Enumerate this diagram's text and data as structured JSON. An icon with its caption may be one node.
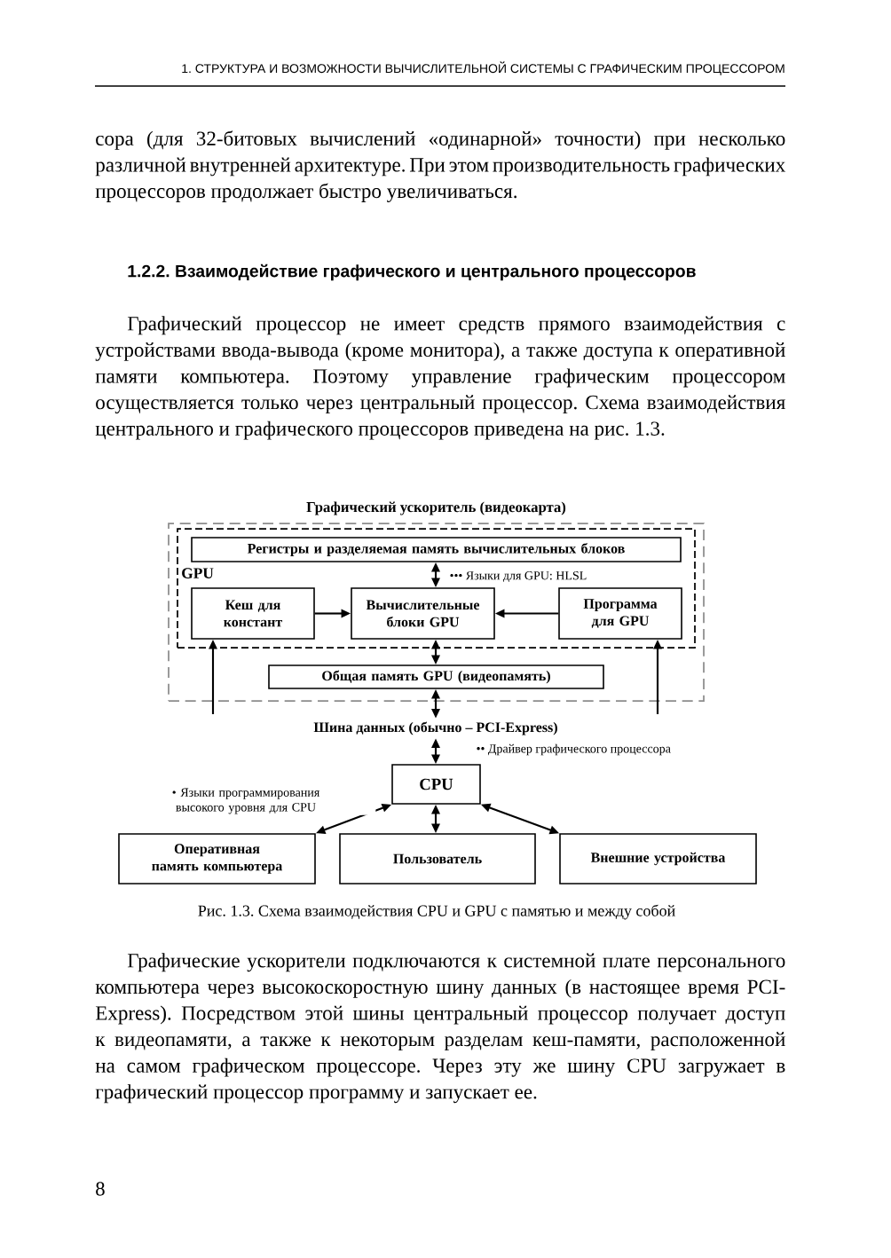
{
  "diagram": {
    "caption": "Рис. 1.3. Схема взаимодействия CPU и GPU с памятью и между собой",
    "nodes": [
      {
        "text": [
          "Графический ускоритель (видеокарта)"
        ]
      },
      {
        "text": [
          "GPU"
        ],
        "in": 0
      },
      {
        "text": [
          "Регистры и разделяемая память вычислительных блоков"
        ],
        "in": 1
      },
      {
        "text": [
          "Кеш для констант"
        ],
        "in": 1
      },
      {
        "text": [
          "Вычислительные блоки GPU"
        ],
        "in": 1
      },
      {
        "text": [
          "Программа для GPU"
        ],
        "in": 1
      },
      {
        "text": [
          "Общая память GPU (видеопамять)"
        ],
        "in": 0
      },
      {
        "text": [
          "Шина данных (обычно – PCI-Express)"
        ]
      },
      {
        "text": [
          "CPU"
        ]
      },
      {
        "text": [
          "Оперативная память компьютера"
        ]
      },
      {
        "text": [
          "Пользователь"
        ]
      },
      {
        "text": [
          "Внешние устройства"
        ]
      }
    ],
    "edges": [
      {
        "from": 2,
        "to": 4,
        "arrow": "both",
        "label": "••• Языки для GPU: HLSL"
      },
      {
        "from": 3,
        "to": 4,
        "arrow": "to"
      },
      {
        "from": 5,
        "to": 4,
        "arrow": "to"
      },
      {
        "from": 4,
        "to": 6,
        "arrow": "both"
      },
      {
        "from": 6,
        "to": 7,
        "arrow": "both"
      },
      {
        "from": null,
        "to": 3,
        "arrow": "to"
      },
      {
        "from": null,
        "to": 5,
        "arrow": "to"
      },
      {
        "from": 7,
        "to": 8,
        "arrow": "both",
        "label": "•• Драйвер графического процессора"
      },
      {
        "from": 8,
        "to": 9,
        "arrow": "both",
        "label": "• Языки программирования высокого уровня для CPU"
      },
      {
        "from": 8,
        "to": 10,
        "arrow": "both"
      },
      {
        "from": 8,
        "to": 11,
        "arrow": "both"
      }
    ],
    "labels": [
      "1. СТРУКТУРА И ВОЗМОЖНОСТИ ВЫЧИСЛИТЕЛЬНОЙ СИСТЕМЫ С ГРАФИЧЕСКИМ ПРОЦЕССОРОМ",
      "сора (для 32-битовых вычислений «одинарной» точности) при несколько различной внутренней архитектуре. При этом производительность графических процессоров продолжает быстро увеличиваться.",
      "1.2.2. Взаимодействие графического и центрального процессоров",
      "Графический процессор не имеет средств прямого взаимодействия с устройствами ввода-вывода (кроме монитора), а также доступа к оперативной памяти компьютера. Поэтому управление графическим процессором осуществляется только через центральный процессор. Схема взаимодействия центрального и графического процессоров приведена на рис. 1.3.",
      "Графические ускорители подключаются к системной плате персонального компьютера через высокоскоростную шину данных (в настоящее время PCI-Express). Посредством этой шины центральный процессор получает доступ к видеопамяти, а также к некоторым разделам кеш-памяти, расположенной на самом графическом процессоре. Через эту же шину CPU загружает в графический процессор программу и запускает ее.",
      "8"
    ]
  }
}
